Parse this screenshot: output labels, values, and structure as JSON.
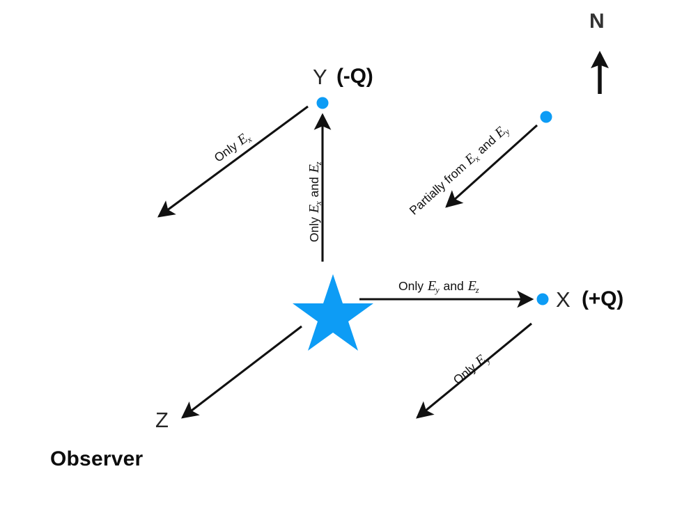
{
  "diagram": {
    "title_context": "Polarization scattering geometry around a central star",
    "background_color": "#ffffff",
    "accent_color": "#0d9cf5",
    "line_color": "#111111"
  },
  "compass": {
    "label": "N",
    "icon": "north-arrow-icon",
    "direction": "up"
  },
  "center": {
    "icon": "star-icon",
    "color": "#0d9cf5",
    "name": "central-star"
  },
  "nodes": [
    {
      "id": "Y",
      "name": "Y",
      "charge": "(-Q)",
      "dot_color": "#0d9cf5"
    },
    {
      "id": "X",
      "name": "X",
      "charge": "(+Q)",
      "dot_color": "#0d9cf5"
    },
    {
      "id": "Z",
      "name": "Z",
      "charge": "",
      "dot_color": ""
    }
  ],
  "observer": {
    "label": "Observer"
  },
  "arrows": [
    {
      "id": "star-to-Y",
      "label_prefix": "Only ",
      "label_parts": [
        "E",
        "x",
        " and ",
        "E",
        "z"
      ],
      "label_text": "Only Ex and Ez",
      "direction": "up"
    },
    {
      "id": "Y-down-left",
      "label_prefix": "Only ",
      "label_parts": [
        "E",
        "x"
      ],
      "label_text": "Only Ex",
      "direction": "down-left"
    },
    {
      "id": "star-to-X",
      "label_prefix": "Only ",
      "label_parts": [
        "E",
        "y",
        " and ",
        "E",
        "z"
      ],
      "label_text": "Only Ey and Ez",
      "direction": "right"
    },
    {
      "id": "X-down-left",
      "label_prefix": "Only ",
      "label_parts": [
        "E",
        "y"
      ],
      "label_text": "Only Ey",
      "direction": "down-left"
    },
    {
      "id": "upper-right-down-left",
      "label_prefix": "Partially from ",
      "label_parts": [
        "E",
        "x",
        " and ",
        "E",
        "y"
      ],
      "label_text": "Partially from Ex and Ey",
      "direction": "down-left"
    },
    {
      "id": "star-to-Z",
      "label_prefix": "",
      "label_parts": [],
      "label_text": "",
      "direction": "down-left"
    }
  ],
  "annotations": {
    "only_ex_and_ez": "Only ",
    "only_ex": "Only ",
    "only_ey_and_ez": "Only ",
    "only_ey": "Only ",
    "partially_from": "Partially from ",
    "E": "E",
    "and": " and ",
    "sub_x": "x",
    "sub_y": "y",
    "sub_z": "z"
  }
}
